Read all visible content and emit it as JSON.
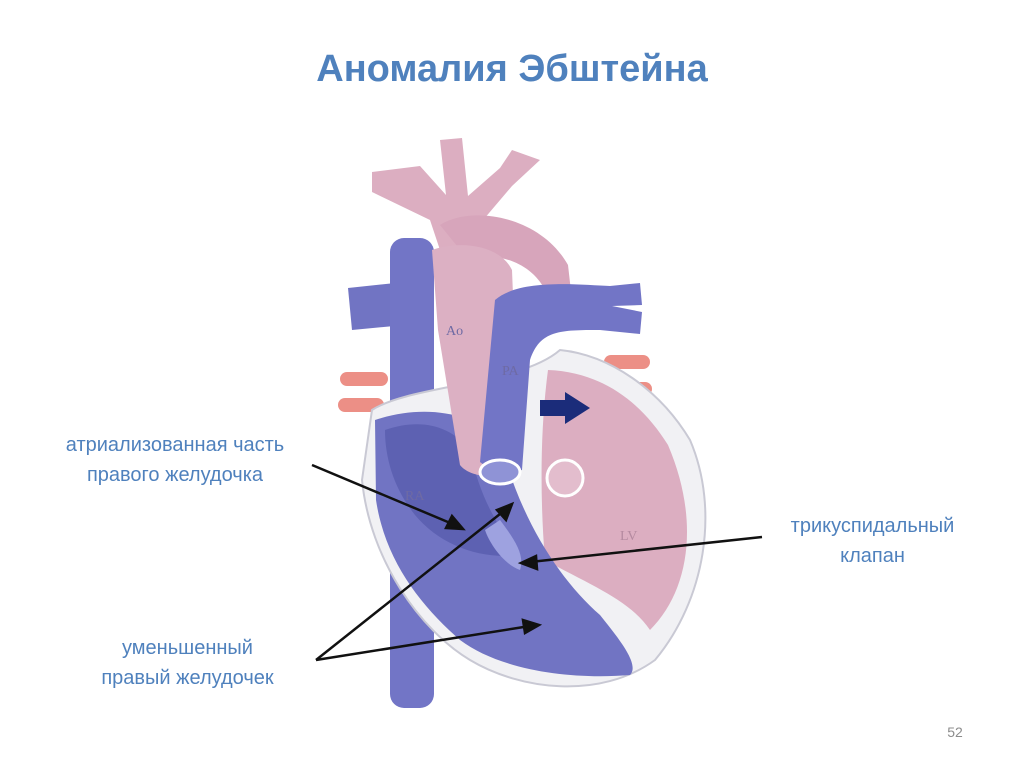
{
  "title": "Аномалия Эбштейна",
  "labels": {
    "atrialized": [
      "атриализованная часть",
      "правого желудочка"
    ],
    "tricuspid": [
      "трикуспидальный",
      "клапан"
    ],
    "small_rv": [
      "уменьшенный",
      "правый желудочек"
    ]
  },
  "anatomy": {
    "aorta": "Ao",
    "pulmonary_artery": "PA",
    "left_ventricle": "LV",
    "right_atrium": "RA"
  },
  "slide_number": "52",
  "colors": {
    "title": "#4f81bd",
    "labels": "#4f81bd",
    "venous_blue": "#7476c4",
    "arterial_pink": "#dcaec1",
    "vessel_red": "#ec8f86",
    "arrow": "#111111",
    "flow_arrow": "#1b2c7a"
  }
}
